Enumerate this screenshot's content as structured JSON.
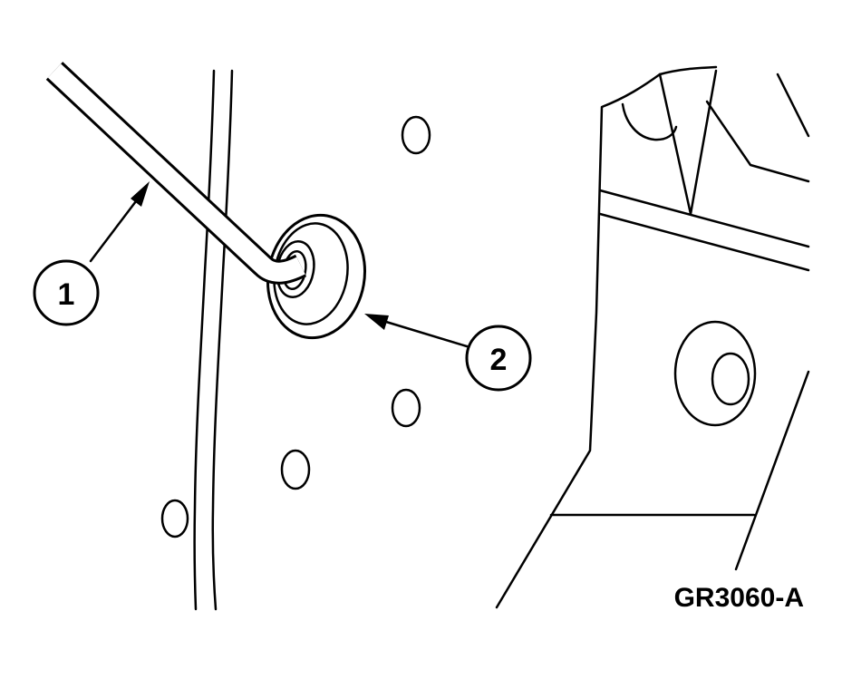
{
  "figure": {
    "callouts": [
      {
        "number": "1"
      },
      {
        "number": "2"
      }
    ],
    "figure_id": "GR3060-A"
  },
  "colors": {
    "line": "#000000",
    "background": "#ffffff"
  }
}
